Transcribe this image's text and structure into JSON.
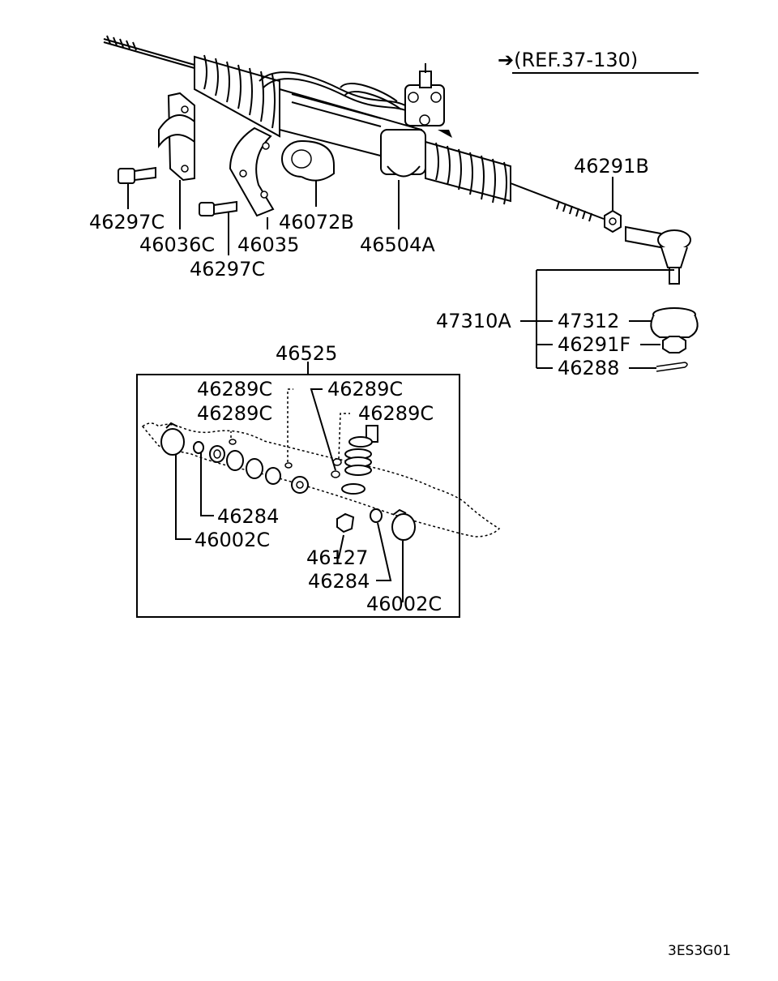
{
  "reference": "➔(REF.37-130)",
  "diagram_code": "3ES3G01",
  "labels": {
    "p46291B": "46291B",
    "p46297C_a": "46297C",
    "p46036C": "46036C",
    "p46035": "46035",
    "p46072B": "46072B",
    "p46504A": "46504A",
    "p46297C_b": "46297C",
    "p47310A": "47310A",
    "p47312": "47312",
    "p46291F": "46291F",
    "p46288": "46288",
    "p46525": "46525",
    "p46289C_a": "46289C",
    "p46289C_b": "46289C",
    "p46289C_c": "46289C",
    "p46289C_d": "46289C",
    "p46284_a": "46284",
    "p46002C_a": "46002C",
    "p46127": "46127",
    "p46284_b": "46284",
    "p46002C_b": "46002C"
  }
}
